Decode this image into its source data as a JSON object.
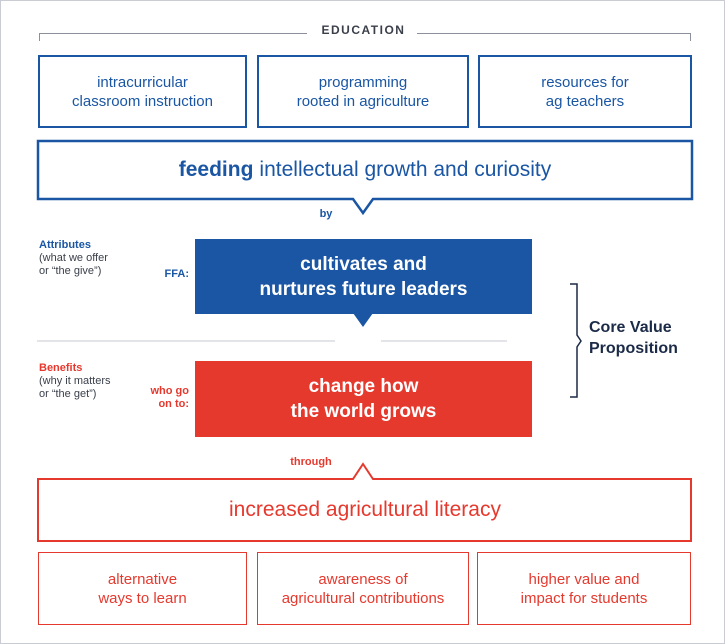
{
  "education": {
    "label": "EDUCATION",
    "items": [
      "intracurricular\nclassroom instruction",
      "programming\nrooted in agriculture",
      "resources for\nag teachers"
    ]
  },
  "feeding": {
    "bold": "feeding",
    "rest": "intellectual growth and curiosity"
  },
  "connectors": {
    "by": "by",
    "through": "through"
  },
  "attributes": {
    "title": "Attributes",
    "sub": "(what we offer\nor “the give”)",
    "prefix": "FFA:",
    "box": "cultivates and\nnurtures future leaders"
  },
  "benefits": {
    "title": "Benefits",
    "sub": "(why it matters\nor “the get”)",
    "prefix": "who go\non to:",
    "box": "change how\nthe world grows"
  },
  "core_value": "Core Value\nProposition",
  "literacy": "increased agricultural literacy",
  "outcomes": [
    "alternative\nways to learn",
    "awareness of\nagricultural contributions",
    "higher value and\nimpact for students"
  ],
  "colors": {
    "blue": "#1a56a4",
    "red": "#e6392e",
    "navy": "#1b2a47"
  }
}
